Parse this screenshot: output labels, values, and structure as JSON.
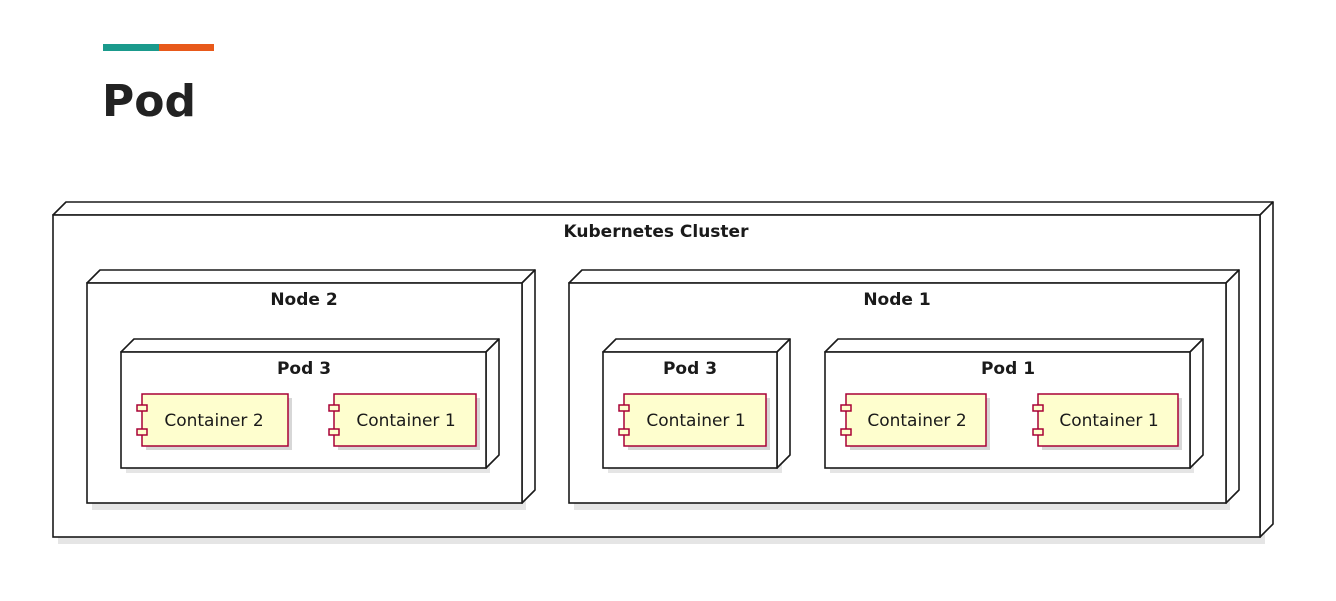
{
  "header": {
    "title": "Pod",
    "accent_colors": [
      "#1a9a8c",
      "#e8591a"
    ]
  },
  "diagram": {
    "cluster": {
      "label": "Kubernetes Cluster"
    },
    "nodes": [
      {
        "label": "Node 2",
        "pods": [
          {
            "label": "Pod 3",
            "containers": [
              "Container 2",
              "Container 1"
            ]
          }
        ]
      },
      {
        "label": "Node 1",
        "pods": [
          {
            "label": "Pod 3",
            "containers": [
              "Container 1"
            ]
          },
          {
            "label": "Pod 1",
            "containers": [
              "Container 2",
              "Container 1"
            ]
          }
        ]
      }
    ],
    "colors": {
      "component_fill": "#fefece",
      "component_border": "#a80036",
      "frame_stroke": "#1a1a1a"
    }
  }
}
